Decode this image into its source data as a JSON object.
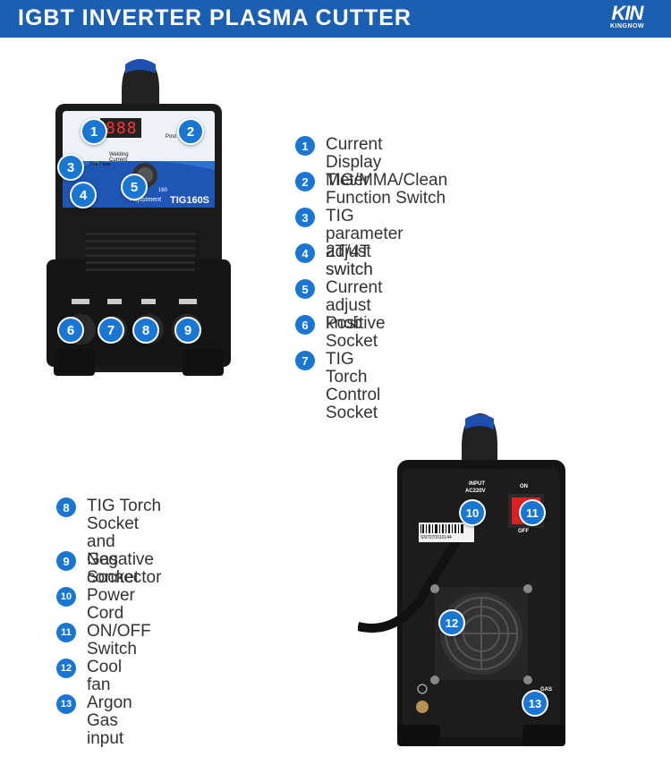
{
  "header": {
    "title": "IGBT INVERTER PLASMA CUTTER",
    "logo_mark": "KIN",
    "logo_text": "KINGNOW"
  },
  "legend_top": [
    {
      "num": "1",
      "label": "Current Display Meter"
    },
    {
      "num": "2",
      "label": "TIG/MMA/Clean Function Switch"
    },
    {
      "num": "3",
      "label": "TIG parameter adjust switch"
    },
    {
      "num": "4",
      "label": "2T/4T switch"
    },
    {
      "num": "5",
      "label": "Current adjust knob"
    },
    {
      "num": "6",
      "label": "Positive Socket"
    },
    {
      "num": "7",
      "label": "TIG Torch Control Socket"
    }
  ],
  "legend_bottom": [
    {
      "num": "8",
      "label": "TIG Torch Socket and\nGas connector"
    },
    {
      "num": "9",
      "label": "Negative Socket"
    },
    {
      "num": "10",
      "label": "Power Cord"
    },
    {
      "num": "11",
      "label": "ON/OFF Switch"
    },
    {
      "num": "12",
      "label": "Cool fan"
    },
    {
      "num": "13",
      "label": "Argon Gas input"
    }
  ],
  "front_panel": {
    "display_value": "888",
    "model": "TIG160S",
    "knob_label": "Adjustment",
    "knob_value": "160",
    "pre_flow": "Pre Flow",
    "post_flow": "Post Flow",
    "welding_current": "Welding Current"
  },
  "front_badges": [
    "1",
    "2",
    "3",
    "4",
    "5",
    "6",
    "7",
    "8",
    "9"
  ],
  "rear_panel": {
    "input_label": "INPUT",
    "voltage_label": "AC220V",
    "on_label": "ON",
    "off_label": "OFF",
    "gas_label": "GAS",
    "serial": "SN7070010144"
  },
  "rear_badges": [
    "10",
    "11",
    "12",
    "13"
  ],
  "colors": {
    "brand_blue": "#1b5fb3",
    "badge_blue": "#1976d2",
    "switch_red": "#e02020"
  }
}
